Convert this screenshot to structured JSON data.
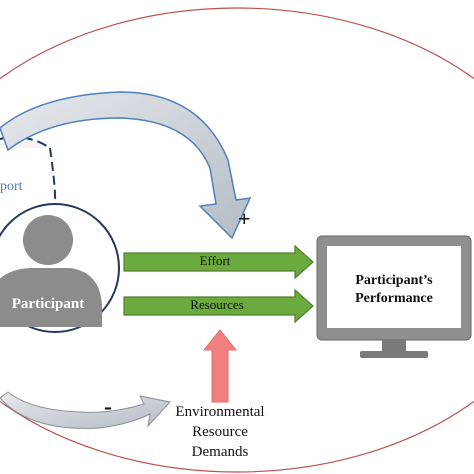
{
  "labels": {
    "support_partial": "port",
    "plus_sign": "+",
    "minus_sign": "-",
    "effort": "Effort",
    "resources": "Resources",
    "participant": "Participant",
    "performance_line1": "Participant’s",
    "performance_line2": "Performance",
    "env_line1": "Environmental",
    "env_line2": "Resource",
    "env_line3": "Demands"
  },
  "colors": {
    "outer_ellipse": "#c0504d",
    "circle_stroke": "#1f3864",
    "support_text": "#4f81bd",
    "green_arrow": "#6aaa3e",
    "green_arrow_stroke": "#4f7f2c",
    "pink_arrow": "#f08080",
    "gray_arrow": "#c9ced4",
    "person_fill": "#8c8c8c",
    "monitor_fill": "#8f8f8f"
  }
}
